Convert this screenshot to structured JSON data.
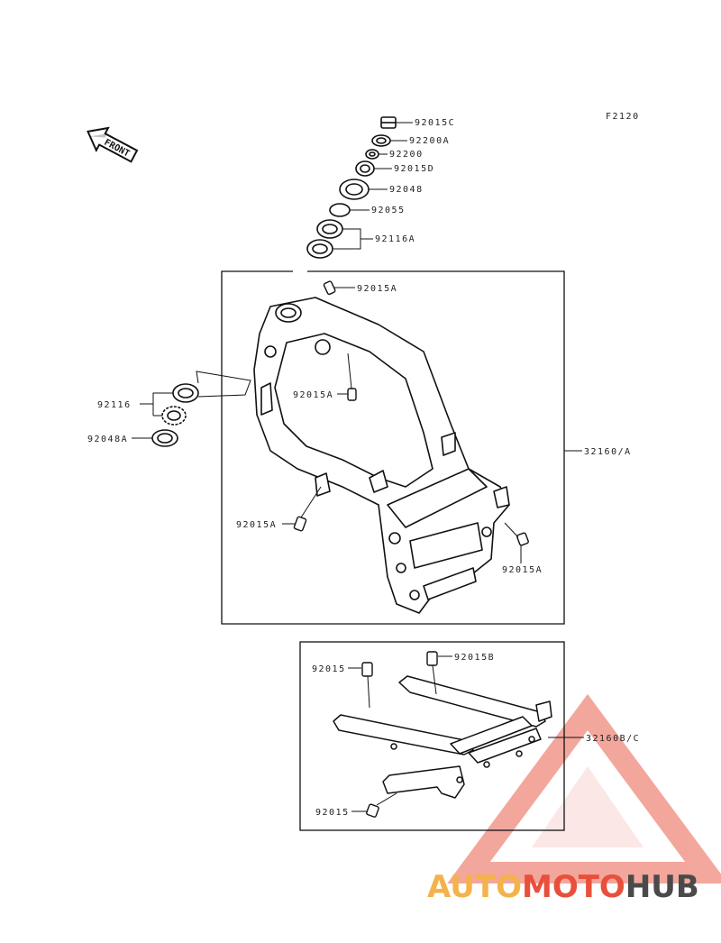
{
  "diagram": {
    "ref_code": "F2120",
    "front_arrow_label": "FRONT",
    "labels": {
      "p92015C": "92015C",
      "p92200A": "92200A",
      "p92200": "92200",
      "p92015D": "92015D",
      "p92048": "92048",
      "p92055": "92055",
      "p92116A": "92116A",
      "p92015A_top": "92015A",
      "p92015A_mid": "92015A",
      "p92116": "92116",
      "p92048A": "92048A",
      "p32160A": "32160/A",
      "p92015A_left": "92015A",
      "p92015A_right": "92015A",
      "p92015_sub_top": "92015",
      "p92015B": "92015B",
      "p32160BC": "32160B/C",
      "p92015_sub_bottom": "92015"
    }
  },
  "watermark": {
    "part1": "AUTO",
    "part2": "MOTO",
    "part3": "HUB",
    "colors": {
      "auto": "#f4b24a",
      "moto": "#e8503c",
      "hub": "#4a4a4a"
    }
  }
}
